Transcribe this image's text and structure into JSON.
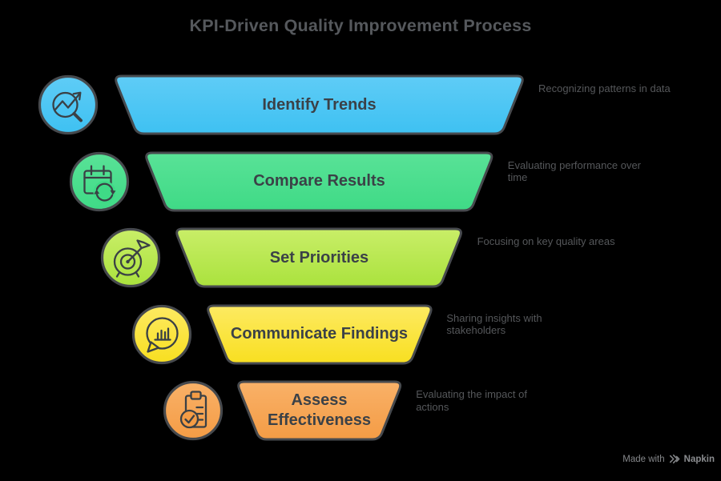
{
  "title": "KPI-Driven Quality Improvement Process",
  "funnel": {
    "stages": [
      {
        "label": "Identify Trends",
        "description": "Recognizing patterns in data",
        "icon": "trends-search-icon",
        "colors": {
          "top": "#5fccf6",
          "bottom": "#3ec1f2"
        }
      },
      {
        "label": "Compare Results",
        "description": "Evaluating performance over time",
        "icon": "calendar-sync-icon",
        "colors": {
          "top": "#59e297",
          "bottom": "#3fda86"
        }
      },
      {
        "label": "Set Priorities",
        "description": "Focusing on key quality areas",
        "icon": "target-dart-icon",
        "colors": {
          "top": "#c9ee68",
          "bottom": "#aae23d"
        }
      },
      {
        "label": "Communicate Findings",
        "description": "Sharing insights with stakeholders",
        "icon": "speech-bar-chart-icon",
        "colors": {
          "top": "#fdea62",
          "bottom": "#f8df20"
        }
      },
      {
        "label": "Assess Effectiveness",
        "description": "Evaluating the impact of actions",
        "icon": "clipboard-check-icon",
        "colors": {
          "top": "#f9b168",
          "bottom": "#f49c45"
        }
      }
    ]
  },
  "footer": {
    "made_with": "Made with",
    "brand": "Napkin"
  },
  "theme": {
    "background": "#000000",
    "outline": "#474a4e",
    "title_color": "#55585c",
    "stage_label_color": "#3b4147",
    "description_color": "#55575a"
  }
}
